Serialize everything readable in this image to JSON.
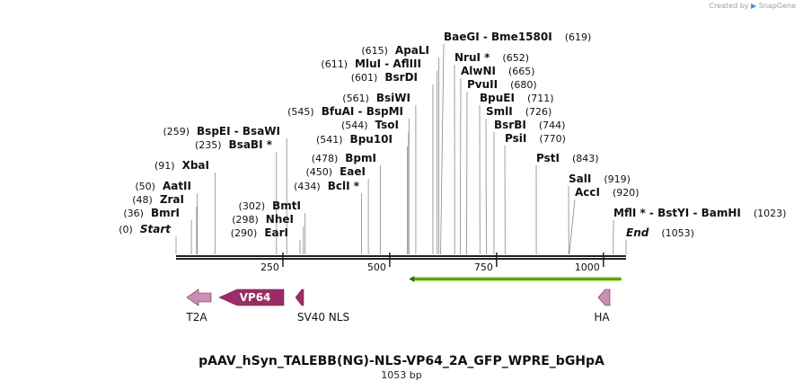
{
  "credit": {
    "prefix": "Created by",
    "brand": "SnapGene"
  },
  "map": {
    "name": "pAAV_hSyn_TALEBB(NG)-NLS-VP64_2A_GFP_WPRE_bGHpA",
    "length_label": "1053 bp",
    "length_bp": 1053,
    "ticks": [
      250,
      500,
      750,
      1000
    ],
    "sites": [
      {
        "pos": 0,
        "pos_label": "(0)",
        "name": "Start",
        "style": "italic"
      },
      {
        "pos": 36,
        "pos_label": "(36)",
        "name": "BmrI"
      },
      {
        "pos": 48,
        "pos_label": "(48)",
        "name": "ZraI"
      },
      {
        "pos": 50,
        "pos_label": "(50)",
        "name": "AatII"
      },
      {
        "pos": 91,
        "pos_label": "(91)",
        "name": "XbaI"
      },
      {
        "pos": 235,
        "pos_label": "(235)",
        "name": "BsaBI *"
      },
      {
        "pos": 259,
        "pos_label": "(259)",
        "name": "BspEI  -  BsaWI"
      },
      {
        "pos": 290,
        "pos_label": "(290)",
        "name": "EarI"
      },
      {
        "pos": 298,
        "pos_label": "(298)",
        "name": "NheI"
      },
      {
        "pos": 302,
        "pos_label": "(302)",
        "name": "BmtI"
      },
      {
        "pos": 434,
        "pos_label": "(434)",
        "name": "BclI *"
      },
      {
        "pos": 450,
        "pos_label": "(450)",
        "name": "EaeI"
      },
      {
        "pos": 478,
        "pos_label": "(478)",
        "name": "BpmI"
      },
      {
        "pos": 541,
        "pos_label": "(541)",
        "name": "Bpu10I"
      },
      {
        "pos": 544,
        "pos_label": "(544)",
        "name": "TsoI"
      },
      {
        "pos": 545,
        "pos_label": "(545)",
        "name": "BfuAI  -  BspMI"
      },
      {
        "pos": 561,
        "pos_label": "(561)",
        "name": "BsiWI"
      },
      {
        "pos": 601,
        "pos_label": "(601)",
        "name": "BsrDI"
      },
      {
        "pos": 611,
        "pos_label": "(611)",
        "name": "MluI  -  AflIII"
      },
      {
        "pos": 615,
        "pos_label": "(615)",
        "name": "ApaLI"
      },
      {
        "pos": 619,
        "pos_label": "(619)",
        "name": "BaeGI  -  Bme1580I"
      },
      {
        "pos": 652,
        "pos_label": "(652)",
        "name": "NruI *"
      },
      {
        "pos": 665,
        "pos_label": "(665)",
        "name": "AlwNI"
      },
      {
        "pos": 680,
        "pos_label": "(680)",
        "name": "PvuII"
      },
      {
        "pos": 711,
        "pos_label": "(711)",
        "name": "BpuEI"
      },
      {
        "pos": 726,
        "pos_label": "(726)",
        "name": "SmlI"
      },
      {
        "pos": 744,
        "pos_label": "(744)",
        "name": "BsrBI"
      },
      {
        "pos": 770,
        "pos_label": "(770)",
        "name": "PsiI"
      },
      {
        "pos": 843,
        "pos_label": "(843)",
        "name": "PstI"
      },
      {
        "pos": 919,
        "pos_label": "(919)",
        "name": "SalI"
      },
      {
        "pos": 920,
        "pos_label": "(920)",
        "name": "AccI"
      },
      {
        "pos": 1023,
        "pos_label": "(1023)",
        "name": "MflI *  -  BstYI  -  BamHI"
      },
      {
        "pos": 1053,
        "pos_label": "(1053)",
        "name": "End",
        "style": "italic"
      }
    ],
    "features": [
      {
        "name": "T2A",
        "direction": "reverse",
        "color": "#c98fb2",
        "start": 0,
        "end": 70
      },
      {
        "name": "VP64",
        "direction": "reverse",
        "color": "#9b2d66",
        "start": 106,
        "end": 262,
        "label_inside": true
      },
      {
        "name": "SV40 NLS",
        "direction": "reverse",
        "color": "#9b2d66",
        "start": 285,
        "end": 306
      },
      {
        "name": "HA",
        "direction": "reverse",
        "color": "#c98fb2",
        "start": 1012,
        "end": 1039
      }
    ],
    "primer": {
      "direction": "reverse",
      "start": 545,
      "end": 1042,
      "color": "#a9e34b"
    }
  }
}
